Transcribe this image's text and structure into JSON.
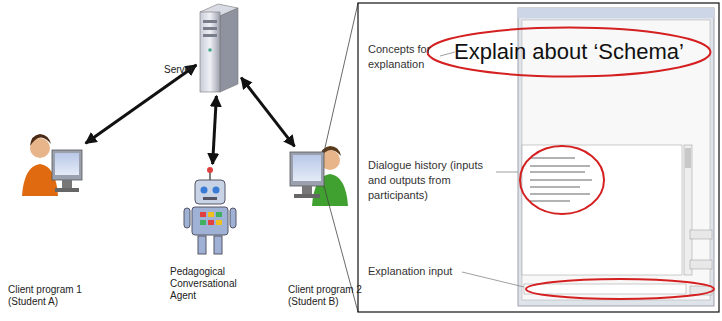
{
  "diagram": {
    "nodes": [
      {
        "text": [
          "Server"
        ]
      },
      {
        "text": [
          "Client program 1 (Student A)"
        ]
      },
      {
        "text": [
          "Pedagogical Conversational Agent"
        ]
      },
      {
        "text": [
          "Client program 2 (Student B)"
        ]
      },
      {
        "text": [
          "Explain about ‘Schema’"
        ]
      }
    ],
    "edges": [
      {
        "from": 0,
        "to": 1,
        "arrow": "both"
      },
      {
        "from": 0,
        "to": 2,
        "arrow": "both"
      },
      {
        "from": 0,
        "to": 3,
        "arrow": "both"
      }
    ],
    "labels": [
      "Concepts for explanation",
      "Dialogue history (inputs and outputs from participants)",
      "Explanation input"
    ]
  }
}
